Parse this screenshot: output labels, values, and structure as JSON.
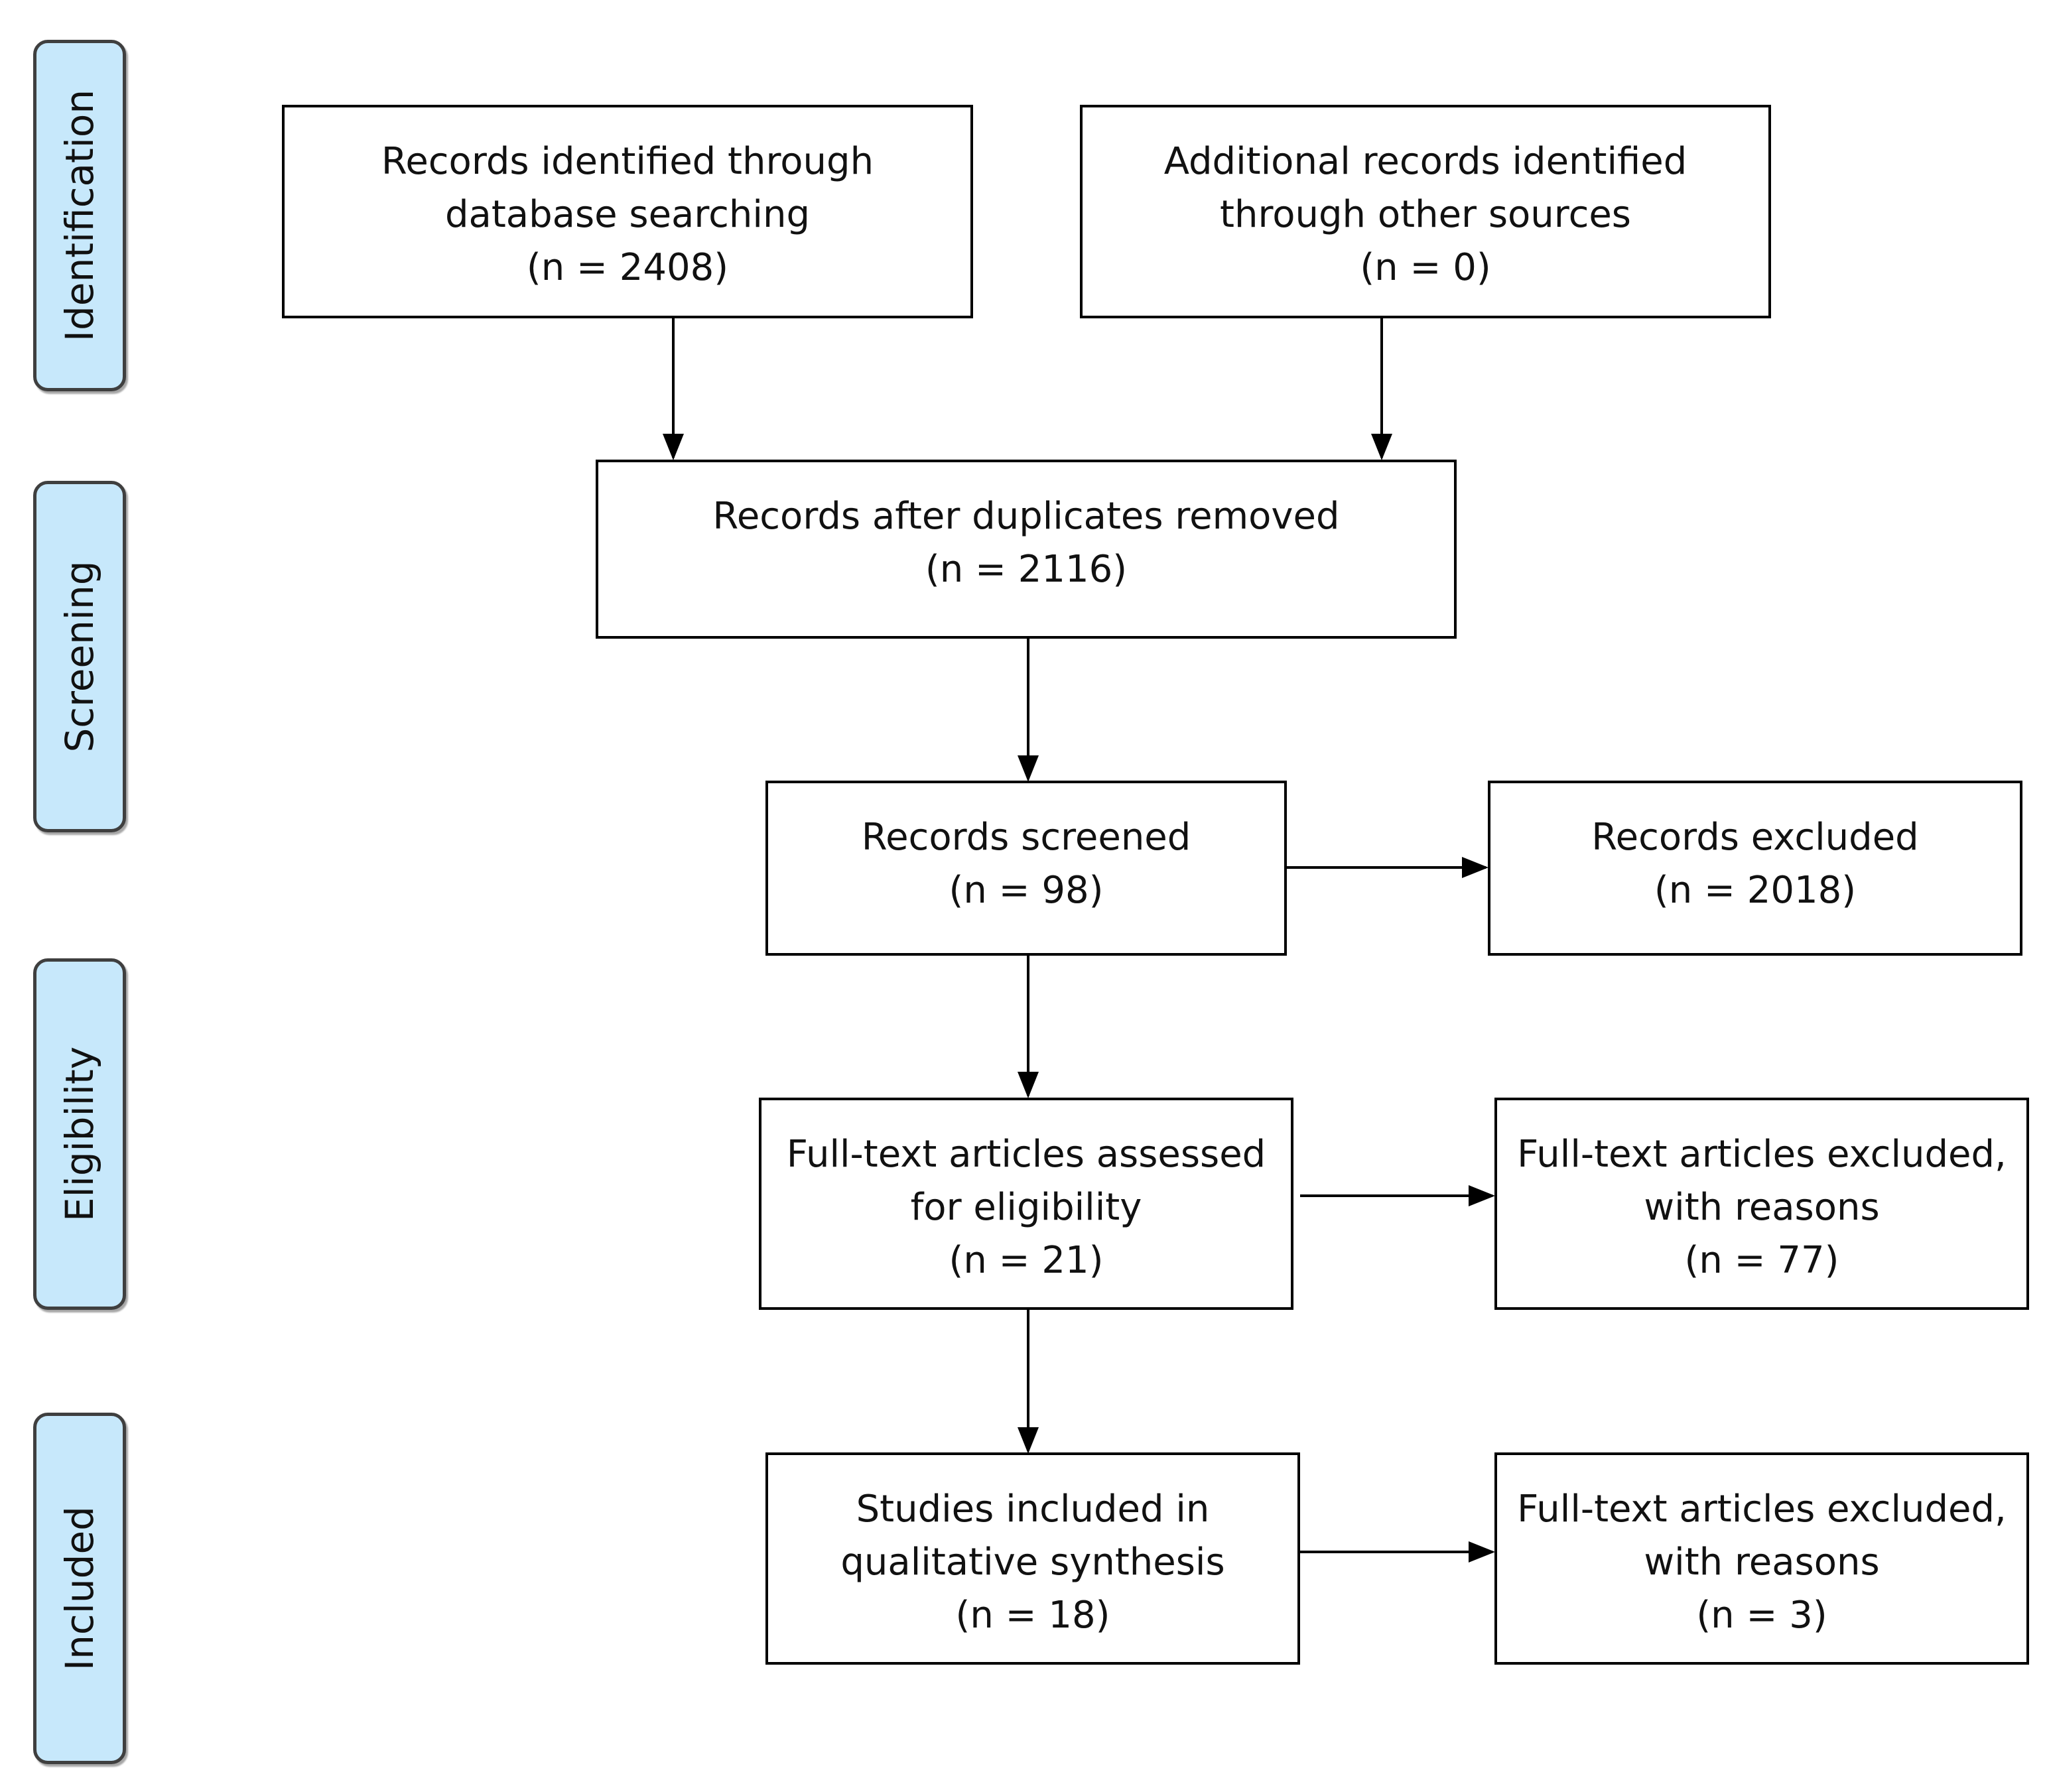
{
  "stages": {
    "identification": "Identification",
    "screening": "Screening",
    "eligibility": "Eligibility",
    "included": "Included"
  },
  "boxes": {
    "database_records": {
      "line1": "Records identified through",
      "line2": "database searching",
      "line3": "(n = 2408)"
    },
    "other_sources": {
      "line1": "Additional records identified",
      "line2": "through other sources",
      "line3": "(n = 0)"
    },
    "duplicates_removed": {
      "line1": "Records after duplicates removed",
      "line2": "(n = 2116)"
    },
    "screened": {
      "line1": "Records screened",
      "line2": "(n = 98)"
    },
    "excluded": {
      "line1": "Records excluded",
      "line2": "(n = 2018)"
    },
    "fulltext_assessed": {
      "line1": "Full-text articles assessed",
      "line2": "for eligibility",
      "line3": "(n = 21)"
    },
    "fulltext_excluded_1": {
      "line1": "Full-text articles excluded,",
      "line2": "with reasons",
      "line3": "(n = 77)"
    },
    "studies_included": {
      "line1": "Studies included in",
      "line2": "qualitative synthesis",
      "line3": "(n = 18)"
    },
    "fulltext_excluded_2": {
      "line1": "Full-text articles excluded,",
      "line2": "with reasons",
      "line3": "(n = 3)"
    }
  },
  "colors": {
    "stage_fill": "#c7e8fb",
    "stage_border": "#3f3f3f",
    "box_border": "#000000",
    "text": "#111111"
  }
}
